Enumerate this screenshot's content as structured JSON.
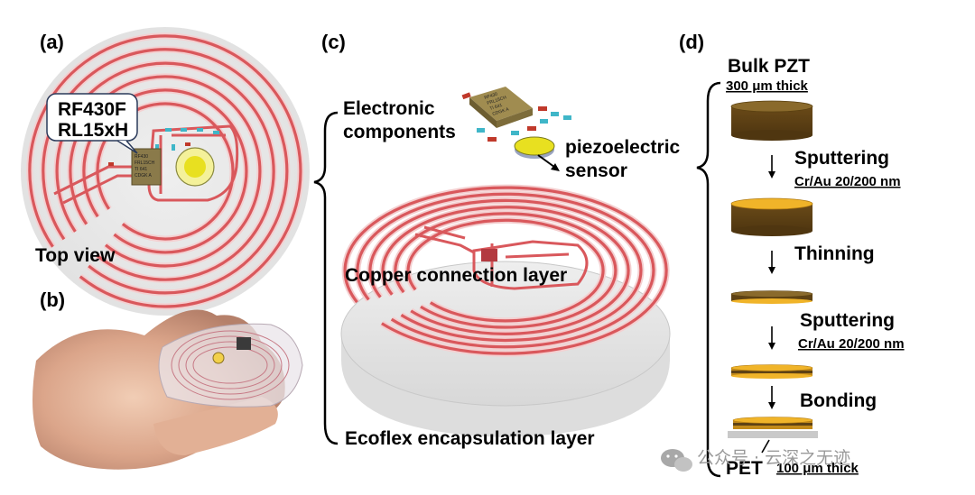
{
  "panels": {
    "a": {
      "label": "(a)",
      "chip_callout": [
        "RF430F",
        "RL15xH"
      ],
      "chip_marking": [
        "RF430",
        "FRL15CH",
        "TI 641",
        "CDGK A"
      ],
      "view_label": "Top view"
    },
    "b": {
      "label": "(b)"
    },
    "c": {
      "label": "(c)",
      "electronic_components": [
        "Electronic",
        "components"
      ],
      "chip_marking": [
        "RF430",
        "FRL15CH",
        "TI 641",
        "CDGK A"
      ],
      "piezo_sensor": [
        "piezoelectric",
        "sensor"
      ],
      "copper_layer": "Copper connection layer",
      "ecoflex_layer": "Ecoflex encapsulation layer"
    },
    "d": {
      "label": "(d)",
      "title": "Bulk PZT",
      "start_thickness": "300 μm thick",
      "steps": [
        {
          "name": "Sputtering",
          "detail": "Cr/Au 20/200 nm"
        },
        {
          "name": "Thinning",
          "detail": ""
        },
        {
          "name": "Sputtering",
          "detail": "Cr/Au 20/200 nm"
        },
        {
          "name": "Bonding",
          "detail": ""
        }
      ],
      "substrate": "PET",
      "end_thickness": "100 μm thick"
    }
  },
  "watermark": "公众号 · 云深之无迹",
  "colors": {
    "coil": "#d9585c",
    "coil_halo": "#f4cfd0",
    "pzt_bulk": "#7a5a1e",
    "gold": "#f0b429",
    "piezo_disc": "#e8e020",
    "chip": "#8a7a4a"
  }
}
